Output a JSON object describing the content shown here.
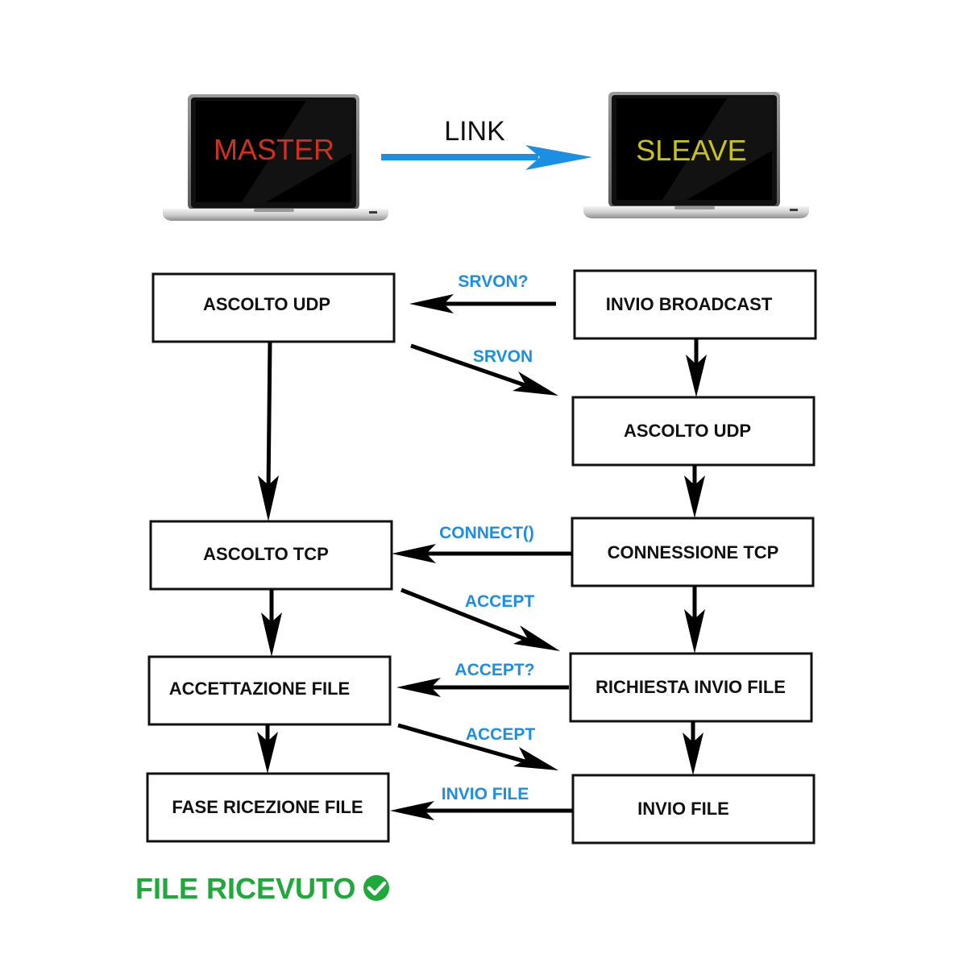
{
  "colors": {
    "master_text": "#d0311c",
    "slave_text": "#c8c21e",
    "link_arrow": "#1a8fe3",
    "message_text": "#1a8fe3",
    "success": "#1ea93a",
    "box_border": "#111111",
    "arrow": "#000000"
  },
  "header": {
    "master_label": "MASTER",
    "link_label": "LINK",
    "slave_label": "SLEAVE"
  },
  "boxes": {
    "master_udp": "ASCOLTO UDP",
    "master_tcp": "ASCOLTO TCP",
    "master_accept_file": "ACCETTAZIONE FILE",
    "master_receive": "FASE RICEZIONE FILE",
    "slave_broadcast": "INVIO BROADCAST",
    "slave_udp": "ASCOLTO UDP",
    "slave_tcp": "CONNESSIONE TCP",
    "slave_request": "RICHIESTA INVIO FILE",
    "slave_send": "INVIO FILE"
  },
  "messages": {
    "srvon_query": "SRVON?",
    "srvon": "SRVON",
    "connect": "CONNECT()",
    "accept_1": "ACCEPT",
    "accept_query": "ACCEPT?",
    "accept_2": "ACCEPT",
    "send_file": "INVIO FILE"
  },
  "footer": {
    "status": "FILE RICEVUTO",
    "status_icon": "check-circle-icon"
  }
}
